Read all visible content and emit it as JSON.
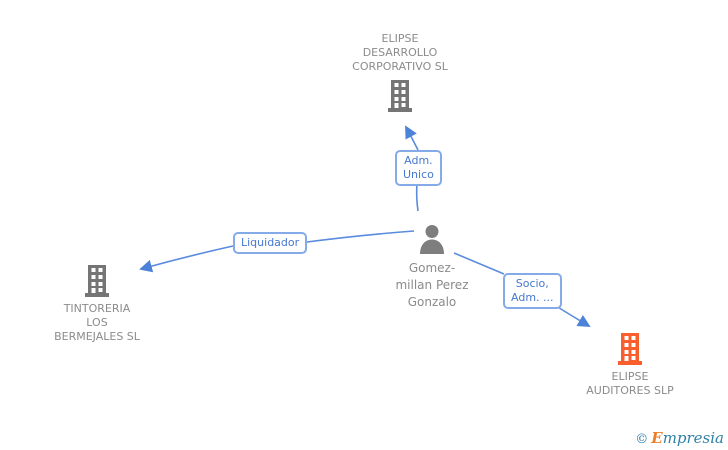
{
  "diagram": {
    "nodes": {
      "company_top": {
        "type": "company",
        "full_name": "ELIPSE DESARROLLO CORPORATIVO SL",
        "lines": [
          "ELIPSE",
          "DESARROLLO",
          "CORPORATIVO SL"
        ]
      },
      "person": {
        "type": "person",
        "full_name": "Gomez-millan Perez Gonzalo",
        "lines": [
          "Gomez-",
          "millan Perez",
          "Gonzalo"
        ]
      },
      "company_left": {
        "type": "company",
        "full_name": "TINTORERIA LOS BERMEJALES SL",
        "lines": [
          "TINTORERIA",
          "LOS",
          "BERMEJALES SL"
        ]
      },
      "company_right": {
        "type": "company",
        "full_name": "ELIPSE AUDITORES SLP",
        "lines": [
          "ELIPSE",
          "AUDITORES SLP"
        ]
      }
    },
    "edges": [
      {
        "from": "person",
        "to": "company_top",
        "label": "Adm. Unico",
        "label_lines": [
          "Adm.",
          "Unico"
        ]
      },
      {
        "from": "person",
        "to": "company_left",
        "label": "Liquidador",
        "label_lines": [
          "Liquidador"
        ]
      },
      {
        "from": "person",
        "to": "company_right",
        "label": "Socio, Adm. ...",
        "label_lines": [
          "Socio,",
          "Adm. ..."
        ]
      }
    ]
  },
  "footer": {
    "copyright_symbol": "©",
    "brand_initial": "E",
    "brand_rest": "mpresia",
    "brand": "Empresia"
  },
  "colors": {
    "edge_blue": "#5a8bdf",
    "label_border": "#84abe8",
    "label_text": "#4678cf",
    "node_text": "#8b8b8b",
    "building_gray": "#757575",
    "building_orange": "#f95f2d",
    "person_gray": "#7e7e7e",
    "logo_blue": "#2e80a8",
    "logo_orange": "#ef7d26"
  }
}
